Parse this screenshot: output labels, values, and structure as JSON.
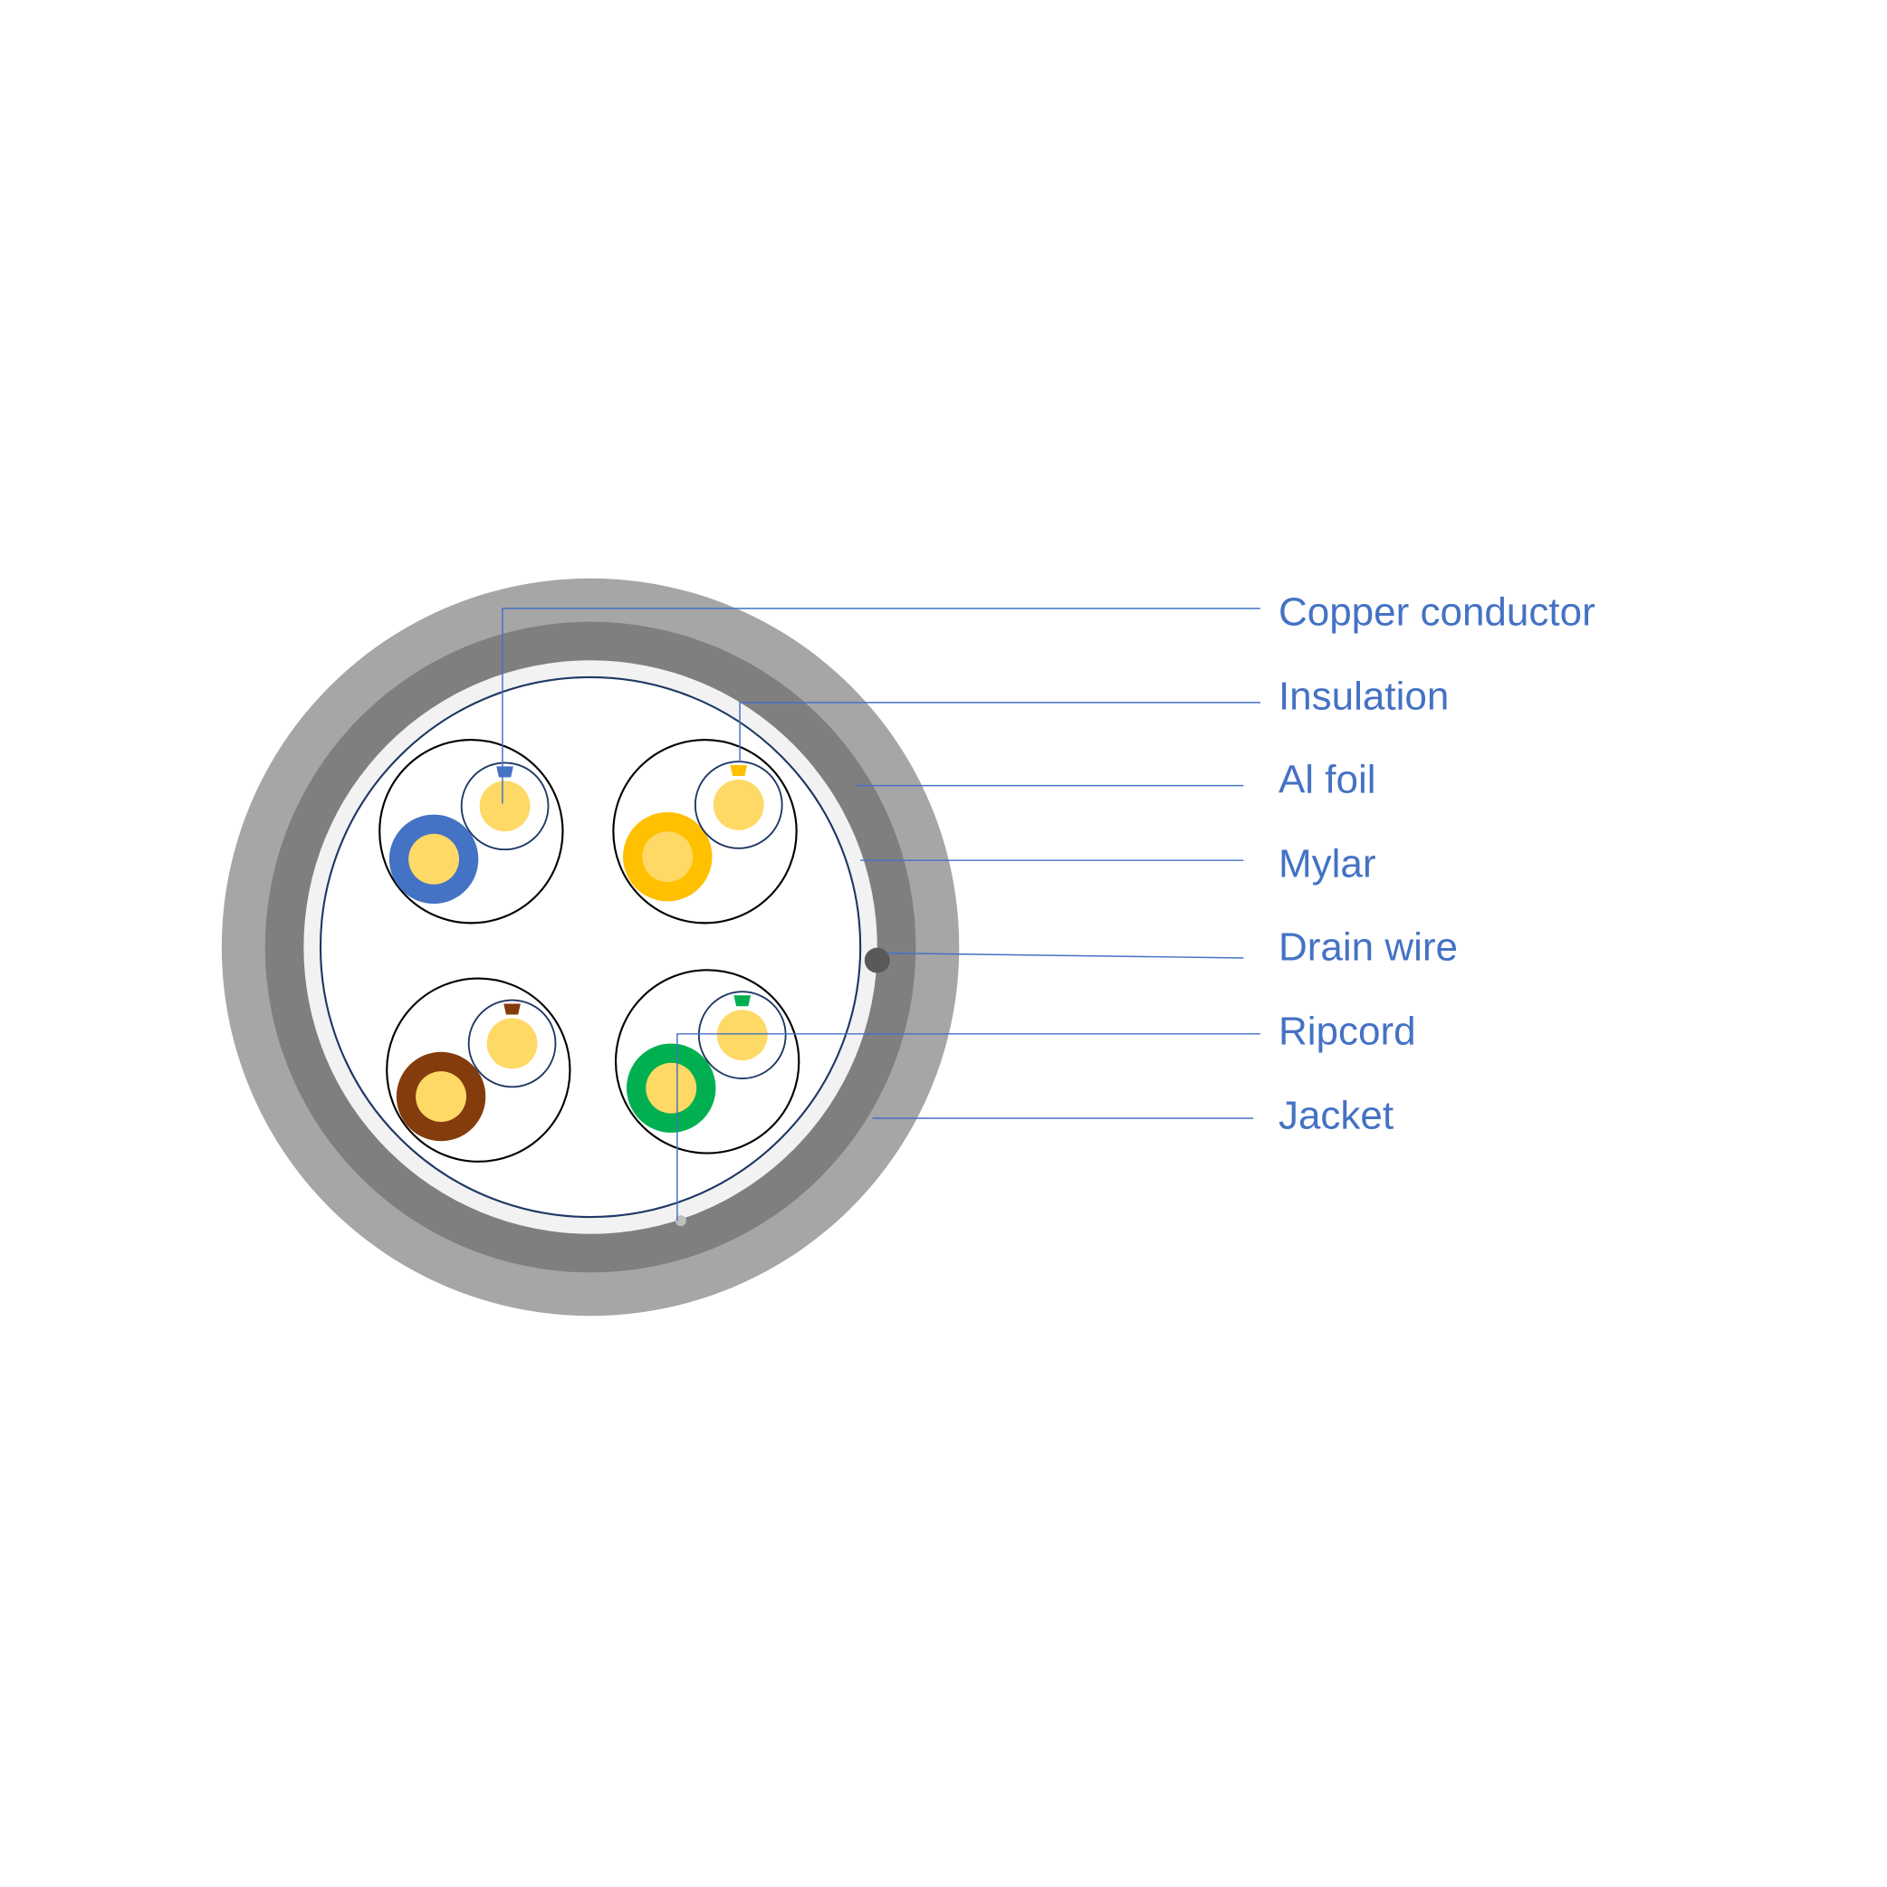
{
  "colors": {
    "jacket": "#a6a6a6",
    "shield": "#7f7f7f",
    "inner_band": "#f2f2f2",
    "core": "#ffffff",
    "copper": "#ffd966",
    "leader": "#4472c4",
    "label": "#4472c4",
    "outline": "#000000",
    "mylar_line": "#1f3864",
    "drain_wire": "#595959",
    "ripcord": "#bfbfbf"
  },
  "pairs": [
    {
      "name": "blue-pair",
      "color": "#4472c4"
    },
    {
      "name": "orange-pair",
      "color": "#ffc000"
    },
    {
      "name": "brown-pair",
      "color": "#843c0c"
    },
    {
      "name": "green-pair",
      "color": "#00b050"
    }
  ],
  "labels": [
    {
      "key": "copper",
      "text": "Copper conductor"
    },
    {
      "key": "insulation",
      "text": "Insulation"
    },
    {
      "key": "alfoil",
      "text": "Al foil"
    },
    {
      "key": "mylar",
      "text": "Mylar"
    },
    {
      "key": "drain",
      "text": "Drain wire"
    },
    {
      "key": "ripcord",
      "text": "Ripcord"
    },
    {
      "key": "jacket",
      "text": "Jacket"
    }
  ]
}
